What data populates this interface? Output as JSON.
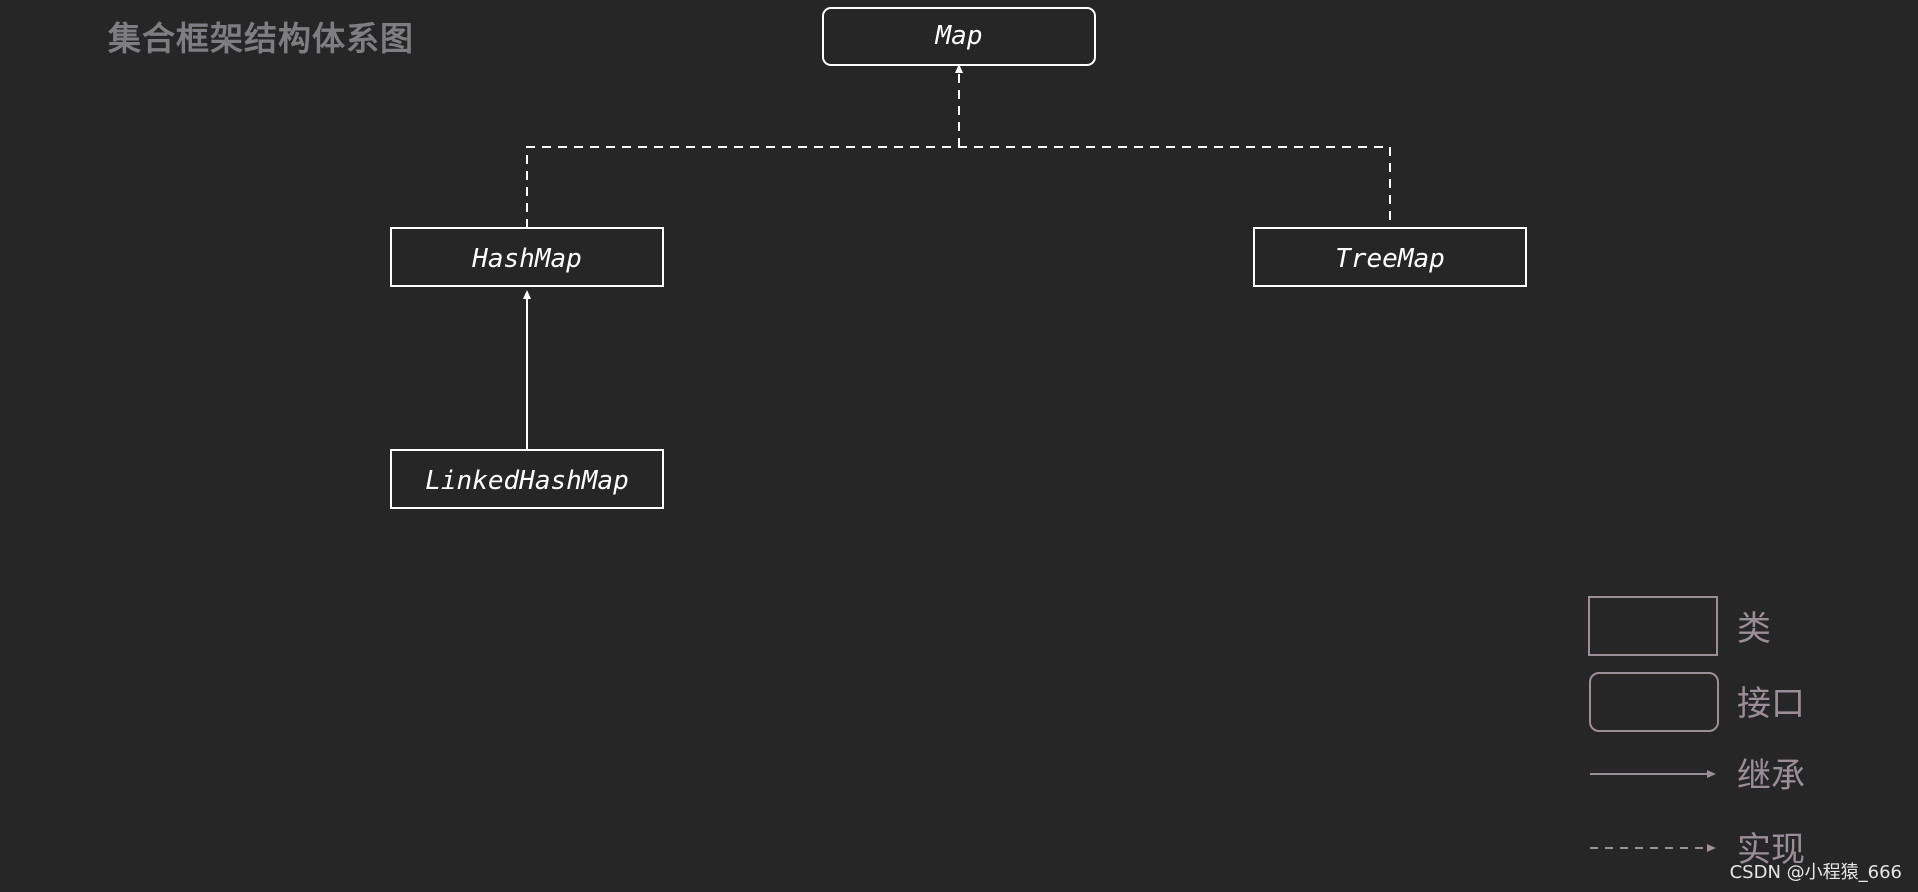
{
  "title": "集合框架结构体系图",
  "nodes": {
    "map": "Map",
    "hashmap": "HashMap",
    "treemap": "TreeMap",
    "linkedhashmap": "LinkedHashMap"
  },
  "legend": {
    "class": "类",
    "interface": "接口",
    "inherit": "继承",
    "implement": "实现"
  },
  "watermark": "CSDN @小程猿_666",
  "colors": {
    "background": "#262627",
    "node_border": "#ffffff",
    "legend_border": "#9a8f96",
    "title": "#7e7e80"
  }
}
